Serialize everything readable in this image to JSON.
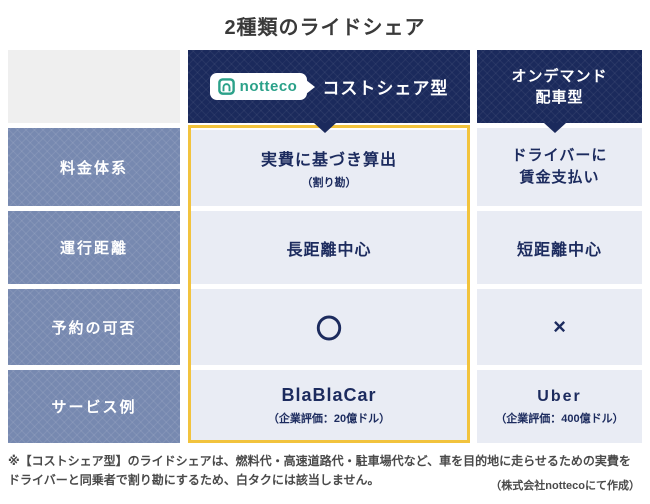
{
  "title": "2種類のライドシェア",
  "header": {
    "costshare": {
      "logo_text": "notteco",
      "label": "コストシェア型"
    },
    "ondemand": {
      "line1": "オンデマンド",
      "line2": "配車型"
    }
  },
  "rows": [
    {
      "label": "料金体系",
      "cost_main": "実費に基づき算出",
      "cost_sub": "（割り勘）",
      "od_line1": "ドライバーに",
      "od_line2": "賃金支払い"
    },
    {
      "label": "運行距離",
      "cost_main": "長距離中心",
      "od_main": "短距離中心"
    },
    {
      "label": "予約の可否",
      "cost_main": "〇",
      "od_main": "×"
    },
    {
      "label": "サービス例",
      "cost_main": "BlaBlaCar",
      "cost_sub": "（企業評価：20億ドル）",
      "od_main": "Uber",
      "od_sub": "（企業評価：400億ドル）"
    }
  ],
  "footnote": {
    "line1": "※【コストシェア型】のライドシェアは、燃料代・高速道路代・駐車場代など、車を目的地に走らせるための実費を",
    "line2": "ドライバーと同乗者で割り勘にするため、白タクには該当しません。"
  },
  "credit": "（株式会社nottecoにて作成）",
  "colors": {
    "header_navy": "#1b2a5c",
    "label_blue": "#7789b0",
    "cell_bg": "#e9ecf4",
    "accent_yellow": "#f2c33d",
    "brand_teal": "#2ba189",
    "text_navy": "#1c2b5e"
  }
}
